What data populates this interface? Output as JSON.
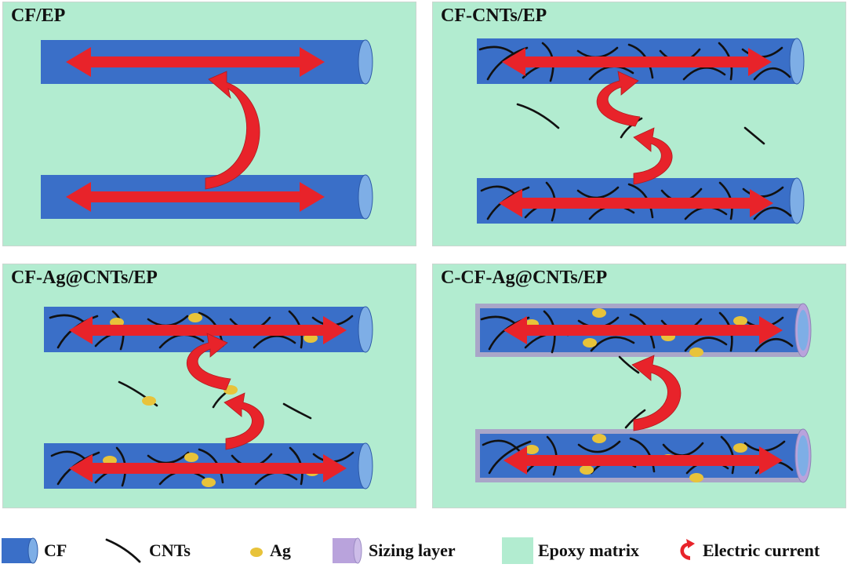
{
  "panels": [
    {
      "title": "CF/EP"
    },
    {
      "title": "CF-CNTs/EP"
    },
    {
      "title": "CF-Ag@CNTs/EP"
    },
    {
      "title": "C-CF-Ag@CNTs/EP"
    }
  ],
  "legend": {
    "cf": "CF",
    "cnts": "CNTs",
    "ag": "Ag",
    "sizing": "Sizing layer",
    "epoxy": "Epoxy matrix",
    "current": "Electric current"
  },
  "colors": {
    "cf_fiber": "#3a6fc8",
    "cf_end": "#7eaee6",
    "cnt": "#111111",
    "ag": "#e8c33a",
    "sizing": "#b9a3dc",
    "epoxy": "#b2ecd0",
    "current": "#e8232a"
  }
}
